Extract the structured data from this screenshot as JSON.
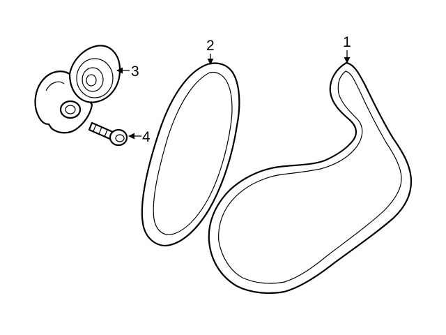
{
  "diagram": {
    "callouts": [
      {
        "label": "1",
        "part": "serpentine-belt-large"
      },
      {
        "label": "2",
        "part": "belt-small"
      },
      {
        "label": "3",
        "part": "belt-tensioner"
      },
      {
        "label": "4",
        "part": "tensioner-bolt"
      }
    ]
  }
}
